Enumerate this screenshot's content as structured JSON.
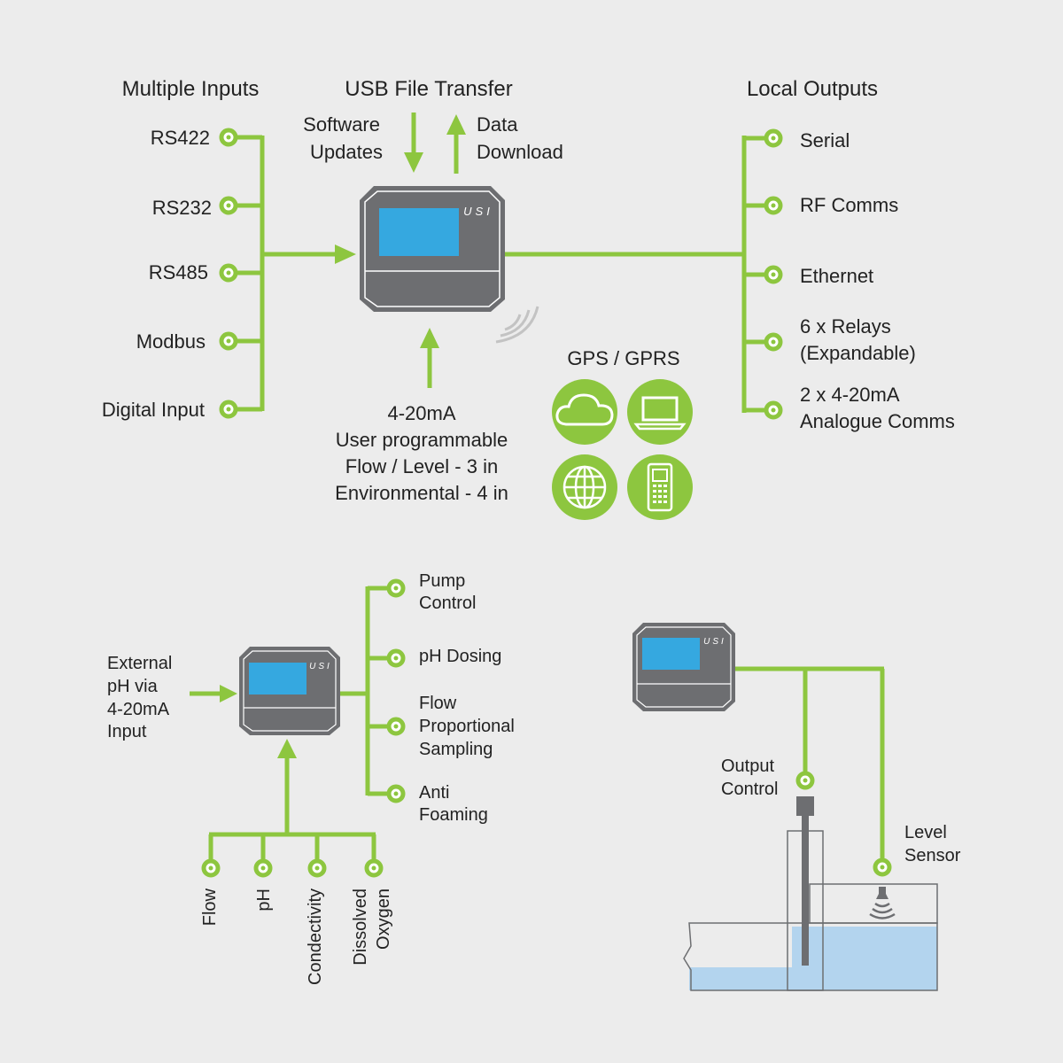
{
  "colors": {
    "green": "#8dc63f",
    "device_body": "#6d6e71",
    "device_outline": "#ffffff",
    "screen": "#35a8e0",
    "water": "#b3d4ee",
    "background": "#ececec",
    "text": "#222222"
  },
  "top": {
    "inputs_title": "Multiple Inputs",
    "inputs": [
      "RS422",
      "RS232",
      "RS485",
      "Modbus",
      "Digital Input"
    ],
    "usb_title": "USB File Transfer",
    "usb_in_line1": "Software",
    "usb_in_line2": "Updates",
    "usb_out_line1": "Data",
    "usb_out_line2": "Download",
    "device_brand": "USI",
    "analog_lines": [
      "4-20mA",
      "User programmable",
      "Flow / Level - 3 in",
      "Environmental - 4 in"
    ],
    "gps_title": "GPS / GPRS",
    "gps_icons": [
      "cloud-icon",
      "laptop-icon",
      "globe-icon",
      "mobile-phone-icon"
    ],
    "outputs_title": "Local Outputs",
    "outputs": [
      {
        "line1": "Serial",
        "line2": ""
      },
      {
        "line1": "RF Comms",
        "line2": ""
      },
      {
        "line1": "Ethernet",
        "line2": ""
      },
      {
        "line1": "6 x Relays",
        "line2": "(Expandable)"
      },
      {
        "line1": "2 x 4-20mA",
        "line2": "Analogue Comms"
      }
    ]
  },
  "ph_diagram": {
    "input_lines": [
      "External",
      "pH via",
      "4-20mA",
      "Input"
    ],
    "device_brand": "USI",
    "outputs": [
      {
        "line1": "Pump",
        "line2": "Control",
        "line3": ""
      },
      {
        "line1": "pH Dosing",
        "line2": "",
        "line3": ""
      },
      {
        "line1": "Flow",
        "line2": "Proportional",
        "line3": "Sampling"
      },
      {
        "line1": "Anti",
        "line2": "Foaming",
        "line3": ""
      }
    ],
    "sensors": [
      {
        "line1": "Flow",
        "line2": ""
      },
      {
        "line1": "pH",
        "line2": ""
      },
      {
        "line1": "Condectivity",
        "line2": ""
      },
      {
        "line1": "Dissolved",
        "line2": "Oxygen"
      }
    ]
  },
  "tank_diagram": {
    "device_brand": "USI",
    "output_label_line1": "Output",
    "output_label_line2": "Control",
    "sensor_label_line1": "Level",
    "sensor_label_line2": "Sensor"
  }
}
